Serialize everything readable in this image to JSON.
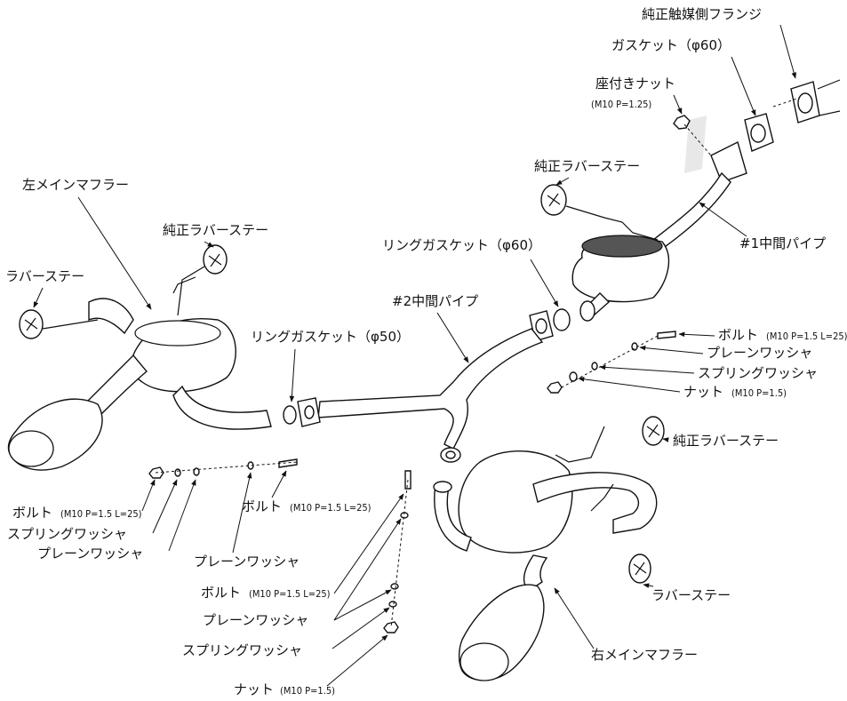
{
  "labels": {
    "oem_cat_flange": "純正触媒側フランジ",
    "gasket_60": "ガスケット（φ60）",
    "seated_nut": "座付きナット",
    "seated_nut_spec": "(M10 P=1.25)",
    "oem_rubber_stay_top": "純正ラバーステー",
    "pipe_1": "#1中間パイプ",
    "ring_gasket_60": "リングガスケット（φ60）",
    "pipe_2": "#2中間パイプ",
    "left_main_muffler": "左メインマフラー",
    "oem_rubber_stay_left": "純正ラバーステー",
    "rubber_stay_left": "ラバーステー",
    "ring_gasket_50": "リングガスケット（φ50）",
    "bolt_r": "ボルト",
    "bolt_r_spec": "(M10 P=1.5 L=25)",
    "plain_washer_r": "プレーンワッシャ",
    "spring_washer_r": "スプリングワッシャ",
    "nut_r": "ナット",
    "nut_r_spec": "(M10 P=1.5)",
    "oem_rubber_stay_right": "純正ラバーステー",
    "bolt_l": "ボルト",
    "bolt_l_spec": "(M10 P=1.5 L=25)",
    "spring_washer_l": "スプリングワッシャ",
    "plain_washer_l": "プレーンワッシャ",
    "bolt_m": "ボルト",
    "bolt_m_spec": "(M10 P=1.5 L=25)",
    "plain_washer_m": "プレーンワッシャ",
    "bolt_b": "ボルト",
    "bolt_b_spec": "(M10 P=1.5 L=25)",
    "plain_washer_b": "プレーンワッシャ",
    "spring_washer_b": "スプリングワッシャ",
    "nut_b": "ナット",
    "nut_b_spec": "(M10 P=1.5)",
    "rubber_stay_right": "ラバーステー",
    "right_main_muffler": "右メインマフラー"
  }
}
